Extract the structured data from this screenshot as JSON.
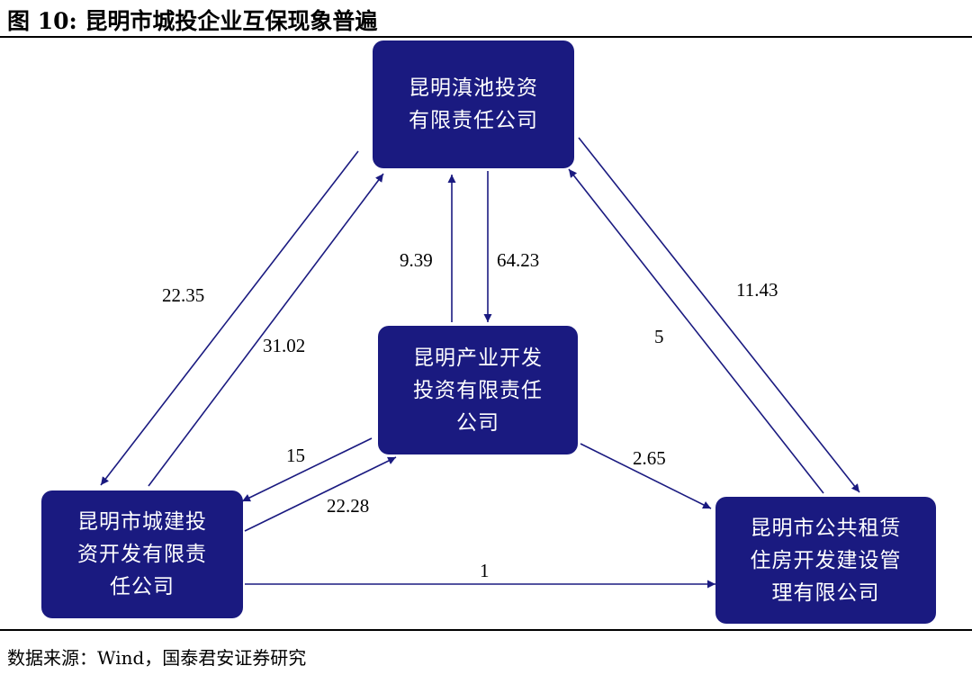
{
  "title": "图 10:  昆明市城投企业互保现象普遍",
  "source": "数据来源：Wind，国泰君安证券研究",
  "nodes": {
    "dianchi": "昆明滇池投资\n有限责任公司",
    "industry": "昆明产业开发\n投资有限责任\n公司",
    "urban": "昆明市城建投\n资开发有限责\n任公司",
    "housing": "昆明市公共租赁\n住房开发建设管\n理有限公司"
  },
  "edges": {
    "urban_to_dianchi": "31.02",
    "dianchi_to_urban": "22.35",
    "industry_to_dianchi": "9.39",
    "dianchi_to_industry": "64.23",
    "dianchi_to_housing": "11.43",
    "housing_to_dianchi": "5",
    "industry_to_urban": "15",
    "urban_to_industry": "22.28",
    "industry_to_housing": "2.65",
    "urban_to_housing": "1"
  },
  "colors": {
    "box": "#1a1a80",
    "arrow": "#1a1a80"
  }
}
